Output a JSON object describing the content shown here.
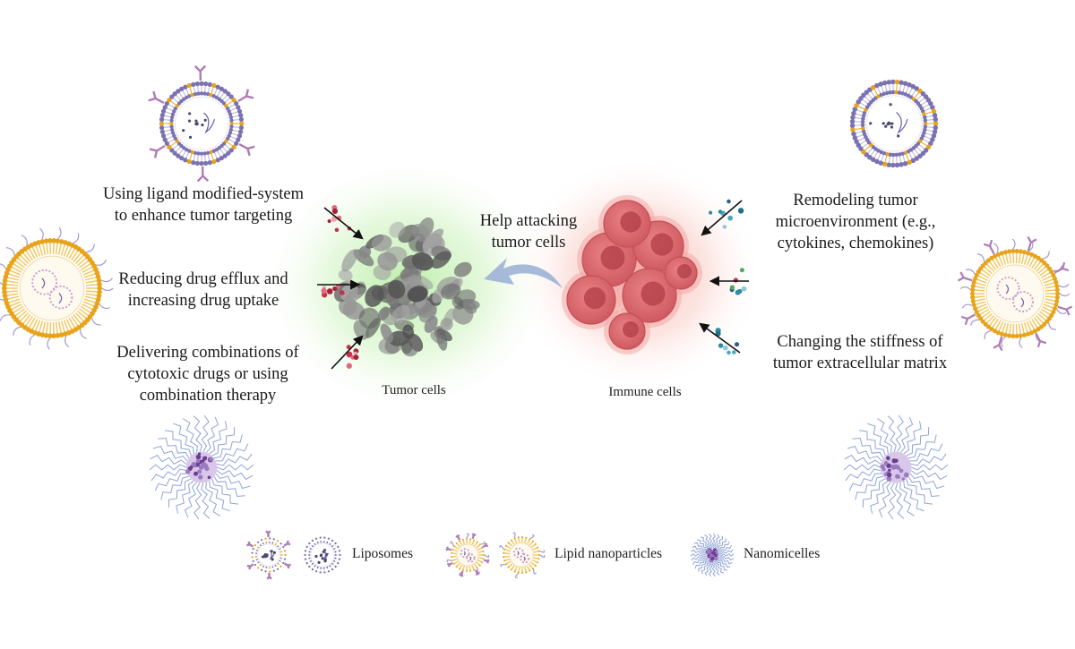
{
  "captions": {
    "ligand": "Using ligand modified-system\nto enhance tumor targeting",
    "efflux": "Reducing drug efflux and\nincreasing drug uptake",
    "combination": "Delivering combinations of\ncytotoxic drugs or using\ncombination therapy",
    "remodel": "Remodeling tumor\nmicroenvironment (e.g.,\ncytokines, chemokines)",
    "stiffness": "Changing the stiffness of\ntumor extracellular matrix",
    "attack": "Help attacking\ntumor cells"
  },
  "cells": {
    "tumor_label": "Tumor cells",
    "immune_label": "Immune cells"
  },
  "legend": {
    "liposomes": "Liposomes",
    "lipid_nanoparticles": "Lipid nanoparticles",
    "nanomicelles": "Nanomicelles"
  },
  "colors": {
    "liposome_membrane": "#7b72b2",
    "lipid_gold": "#e8a31a",
    "antibody": "#b07ab6",
    "micelle_tail": "#8fa4d8",
    "micelle_core": "#6b3f8f",
    "tumor_glow": "#b9eda6",
    "tumor_cell": "#6f6f6f",
    "immune_glow": "#f6b8b0",
    "immune_cell": "#d9656b",
    "curved_arrow": "#9db3d6"
  }
}
